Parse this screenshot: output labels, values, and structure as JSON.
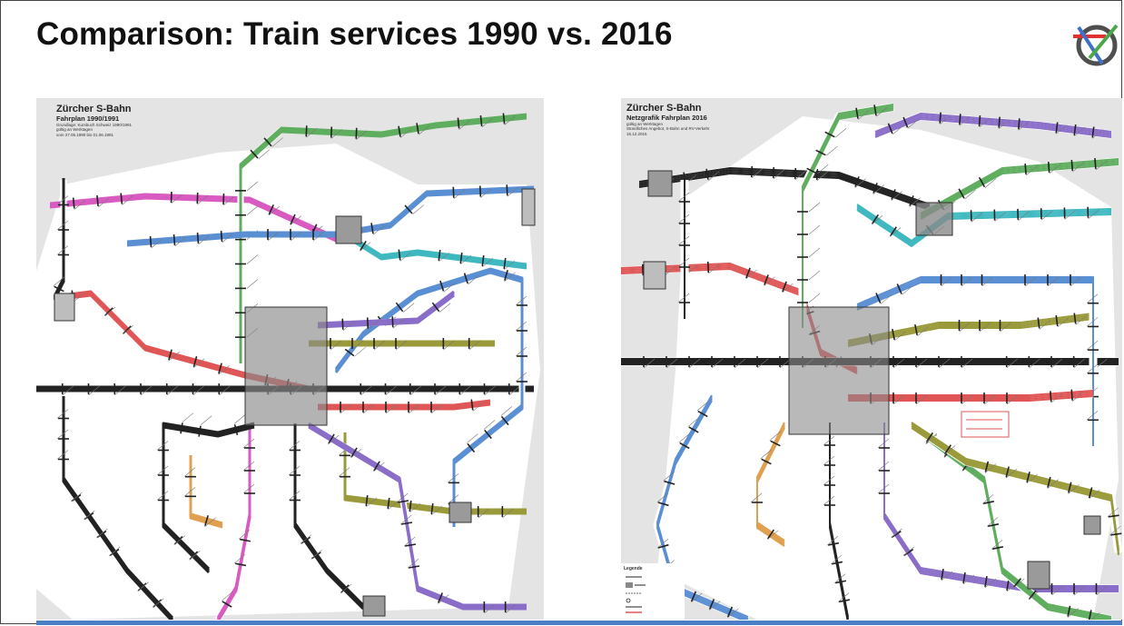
{
  "slide": {
    "title": "Comparison: Train services 1990 vs. 2016"
  },
  "colors": {
    "accent_bar": "#4a7fc6",
    "red": "#e05656",
    "blue": "#5b8fd4",
    "green": "#5fae5f",
    "purple": "#8a6cc9",
    "cyan": "#3fb8c0",
    "pink": "#d95ac0",
    "orange": "#e0a050",
    "olive": "#9a9a3a",
    "black": "#222222",
    "gray": "#9a9a9a"
  },
  "logo": {
    "icon": "network-logo-icon"
  },
  "maps": {
    "left": {
      "title": "Zürcher S-Bahn",
      "subtitle": "Fahrplan 1990/1991",
      "note1": "Grundlage: Kursbuch Schweiz 1990/1991",
      "note2": "gültig an Werktagen",
      "note3": "vom 27.05.1990 bis 01.06.1991"
    },
    "right": {
      "title": "Zürcher S-Bahn",
      "subtitle": "Netzgrafik Fahrplan 2016",
      "note1": "gültig an Werktagen",
      "note2": "Stündliches Angebot, S-Bahn und RV-Verkehr",
      "note3": "15.12.2015",
      "legend_title": "Legende"
    }
  }
}
